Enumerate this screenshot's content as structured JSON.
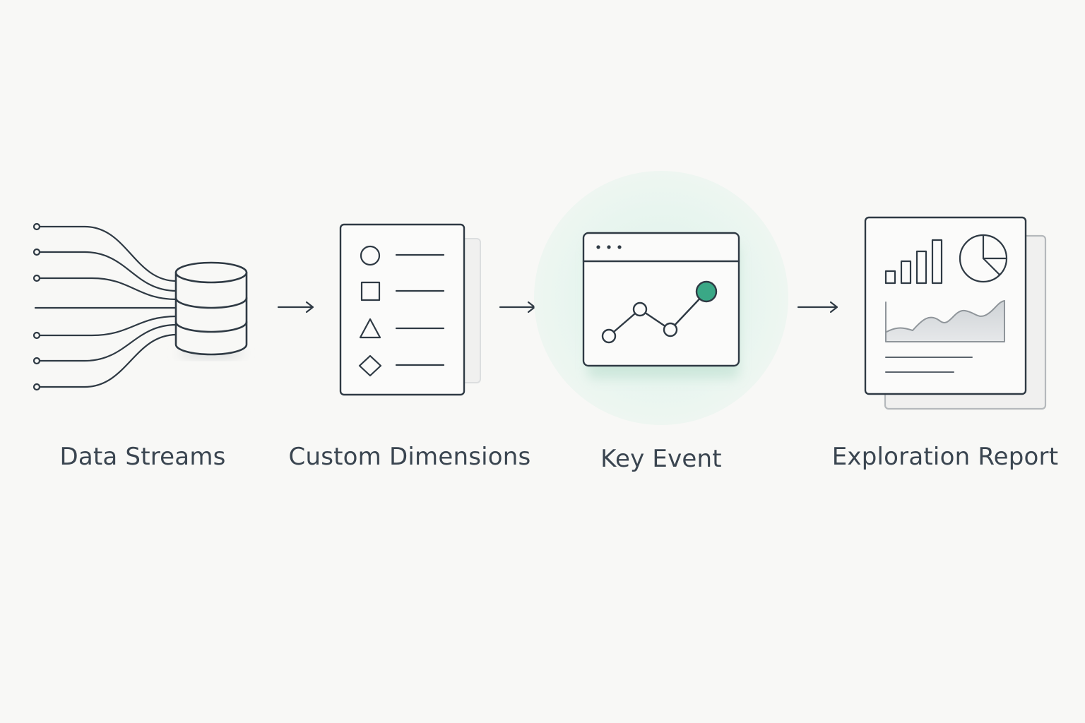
{
  "steps": [
    {
      "id": "data-streams",
      "label": "Data Streams",
      "icon": "database-icon"
    },
    {
      "id": "custom-dimensions",
      "label": "Custom Dimensions",
      "icon": "document-shapes-icon"
    },
    {
      "id": "key-event",
      "label": "Key Event",
      "icon": "browser-line-chart-icon",
      "highlighted": true
    },
    {
      "id": "exploration-report",
      "label": "Exploration Report",
      "icon": "report-charts-icon"
    }
  ],
  "connectors": [
    "arrow-right-icon",
    "arrow-right-icon",
    "arrow-right-icon"
  ],
  "colors": {
    "background": "#f8f8f6",
    "stroke": "#2f3a44",
    "text": "#3a4550",
    "accent": "#3aa886",
    "highlight_glow": "#e3f3ec"
  }
}
